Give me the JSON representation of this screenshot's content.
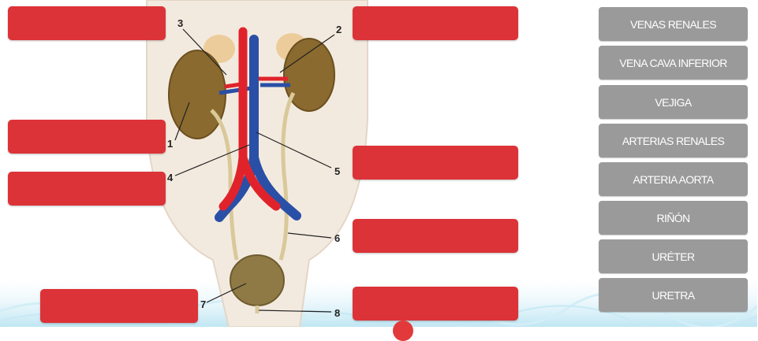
{
  "diagram": {
    "numbers": [
      "1",
      "2",
      "3",
      "4",
      "5",
      "6",
      "7",
      "8"
    ]
  },
  "word_bank": [
    "VENAS RENALES",
    "VENA CAVA INFERIOR",
    "VEJIGA",
    "ARTERIAS RENALES",
    "ARTERIA AORTA",
    "RIÑÓN",
    "URÉTER",
    "URETRA"
  ],
  "colors": {
    "drop_zone": "#dc3338",
    "word_button": "#9a9a9a",
    "artery": "#e0232b",
    "vein": "#2a4fa6",
    "kidney": "#8a6a2e",
    "bladder": "#8f7a45",
    "ureter": "#d9c99a",
    "skin": "#f1e7dc"
  }
}
